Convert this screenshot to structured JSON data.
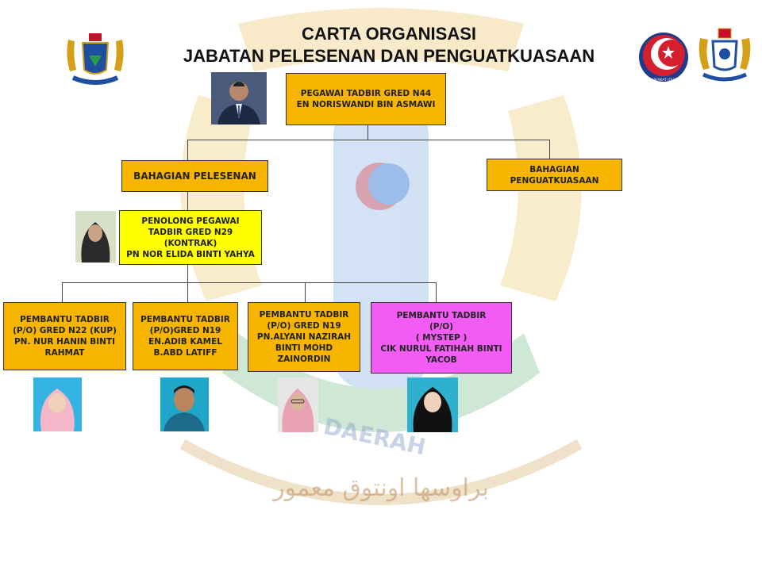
{
  "header": {
    "line1": "CARTA ORGANISASI",
    "line2": "JABATAN PELESENAN DAN PENGUATKUASAAN"
  },
  "watermark": {
    "text_latin": "DAERAH",
    "text_jawi": "براوسها اونتوق معمور"
  },
  "logos": {
    "right1_caption": "MUAFAKAT JOHOR"
  },
  "colors": {
    "box_orange": "#f7b500",
    "box_yellow": "#ffff00",
    "box_pink": "#f25cf5"
  },
  "nodes": {
    "head": "PEGAWAI TADBIR GRED N44\nEN NORISWANDI BIN ASMAWI",
    "licensing": "BAHAGIAN PELESENAN",
    "enforcement": "BAHAGIAN\nPENGUATKUASAAN",
    "assistant_officer": "PENOLONG PEGAWAI\nTADBIR GRED N29\n(KONTRAK)\nPN NOR ELIDA BINTI YAHYA",
    "staff1": "PEMBANTU TADBIR\n(P/O) GRED N22 (KUP)\nPN. NUR HANIN BINTI\nRAHMAT",
    "staff2": "PEMBANTU TADBIR\n(P/O)GRED N19\nEN.ADIB KAMEL\nB.ABD LATIFF",
    "staff3": "PEMBANTU TADBIR\n(P/O) GRED N19\nPN.ALYANI NAZIRAH\nBINTI MOHD\nZAINORDIN",
    "staff4": "PEMBANTU TADBIR\n(P/O)\n( MYSTEP )\nCIK NURUL FATIHAH BINTI\nYACOB"
  }
}
